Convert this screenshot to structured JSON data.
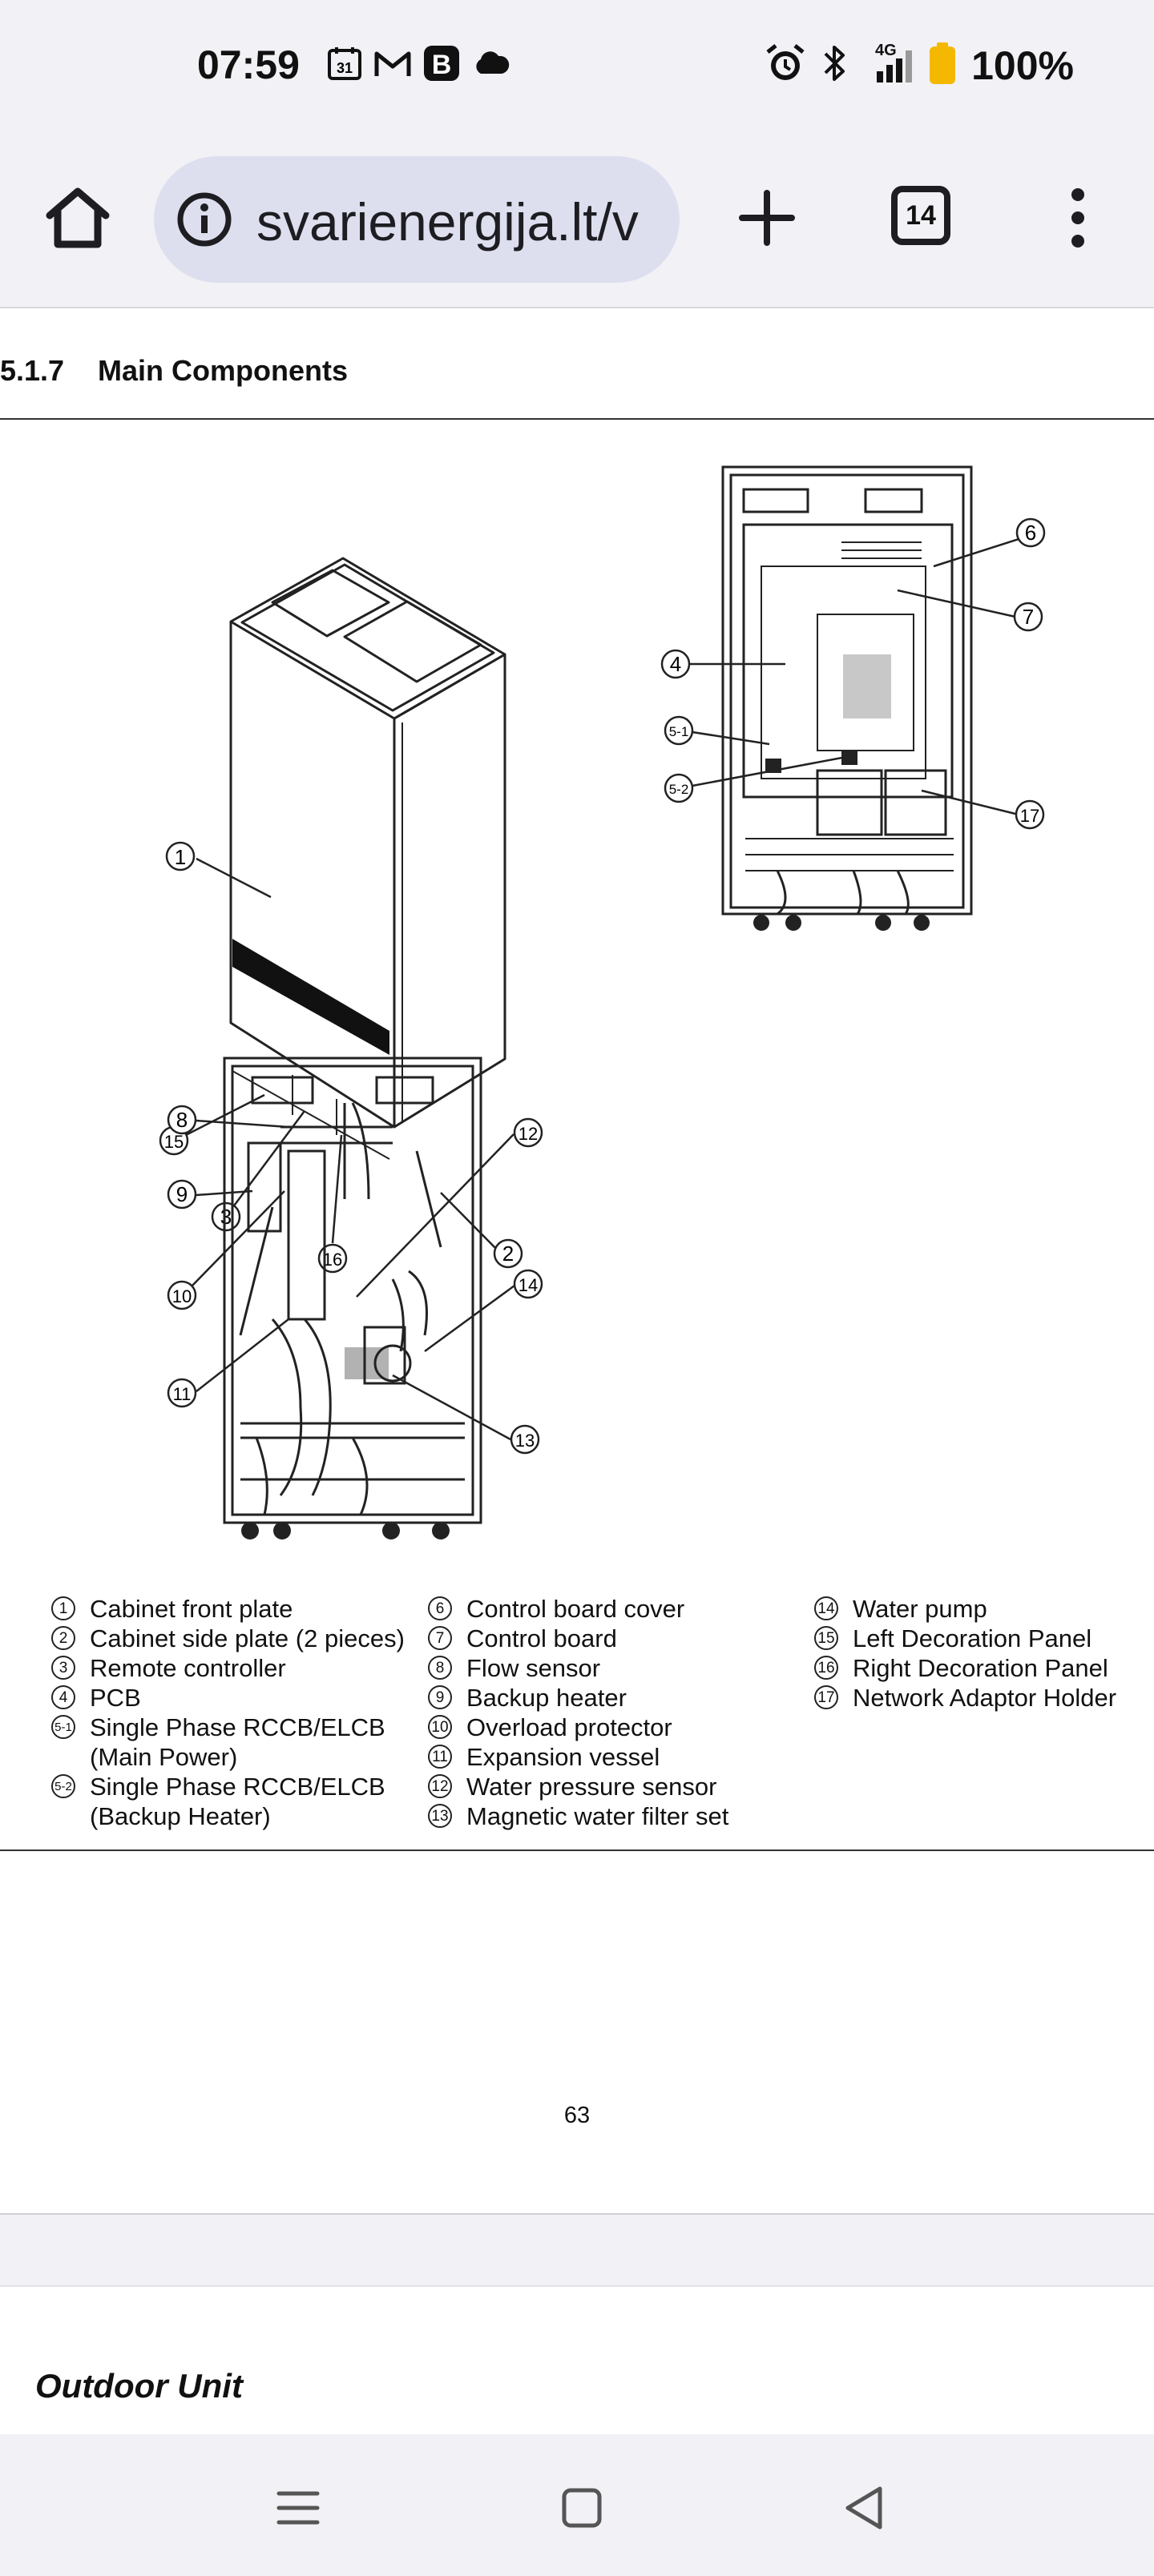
{
  "status_bar": {
    "time": "07:59",
    "left_icons": [
      "calendar-icon",
      "gmail-icon",
      "bold-b-icon",
      "cloud-icon"
    ],
    "calendar_day": "31",
    "network": "4G",
    "battery": "100%",
    "battery_color": "#f5b800"
  },
  "browser": {
    "url": "svarienergija.lt/v",
    "tab_count": "14"
  },
  "document": {
    "section_number": "5.1.7",
    "section_title": "Main Components",
    "page_number": "63",
    "figures": {
      "front": {
        "callouts": [
          "1",
          "15",
          "3",
          "16",
          "2"
        ]
      },
      "open_top": {
        "callouts": [
          "6",
          "7",
          "4",
          "5-1",
          "5-2",
          "17"
        ]
      },
      "open_hydro": {
        "callouts": [
          "8",
          "12",
          "9",
          "10",
          "14",
          "11",
          "13"
        ]
      }
    },
    "legend": {
      "col1": [
        {
          "num": "1",
          "text": "Cabinet front plate"
        },
        {
          "num": "2",
          "text": "Cabinet side plate (2 pieces)"
        },
        {
          "num": "3",
          "text": "Remote controller"
        },
        {
          "num": "4",
          "text": "PCB"
        },
        {
          "num": "5-1",
          "text": "Single Phase RCCB/ELCB\n(Main Power)"
        },
        {
          "num": "5-2",
          "text": "Single Phase RCCB/ELCB\n(Backup Heater)"
        }
      ],
      "col2": [
        {
          "num": "6",
          "text": "Control board cover"
        },
        {
          "num": "7",
          "text": "Control board"
        },
        {
          "num": "8",
          "text": "Flow sensor"
        },
        {
          "num": "9",
          "text": "Backup heater"
        },
        {
          "num": "10",
          "text": "Overload protector"
        },
        {
          "num": "11",
          "text": "Expansion vessel"
        },
        {
          "num": "12",
          "text": "Water pressure sensor"
        },
        {
          "num": "13",
          "text": "Magnetic water filter set"
        }
      ],
      "col3": [
        {
          "num": "14",
          "text": "Water pump"
        },
        {
          "num": "15",
          "text": "Left Decoration Panel"
        },
        {
          "num": "16",
          "text": "Right Decoration Panel"
        },
        {
          "num": "17",
          "text": "Network Adaptor Holder"
        }
      ]
    },
    "next_section_title": "Outdoor Unit"
  },
  "nav_bar": {
    "buttons": [
      "menu-lines-icon",
      "home-square-icon",
      "back-triangle-icon"
    ]
  }
}
